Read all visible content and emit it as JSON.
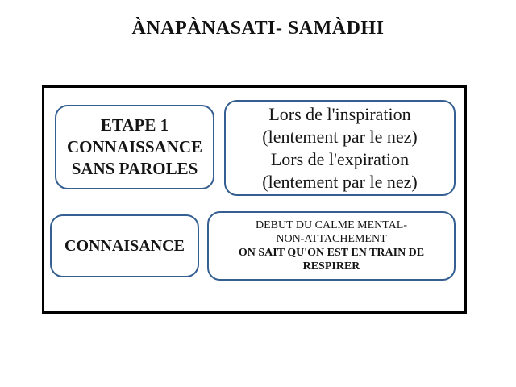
{
  "title": "ÀNAPÀNASATI- SAMÀDHI",
  "colors": {
    "background": "#ffffff",
    "frame_border": "#000000",
    "box_border": "#365F91",
    "text": "#151515"
  },
  "boxes": {
    "etape1": {
      "lines": [
        "ETAPE 1",
        "CONNAISSANCE",
        "SANS PAROLES"
      ]
    },
    "inspiration": {
      "lines": [
        "Lors de l'inspiration",
        "(lentement par le nez)",
        "Lors de l'expiration",
        "(lentement par le nez)"
      ]
    },
    "connaisance": {
      "lines": [
        "CONNAISANCE"
      ]
    },
    "calme": {
      "lines": [
        "DEBUT DU CALME MENTAL-",
        "NON-ATTACHEMENT",
        "ON SAIT QU'ON EST EN TRAIN DE",
        "RESPIRER"
      ]
    }
  }
}
